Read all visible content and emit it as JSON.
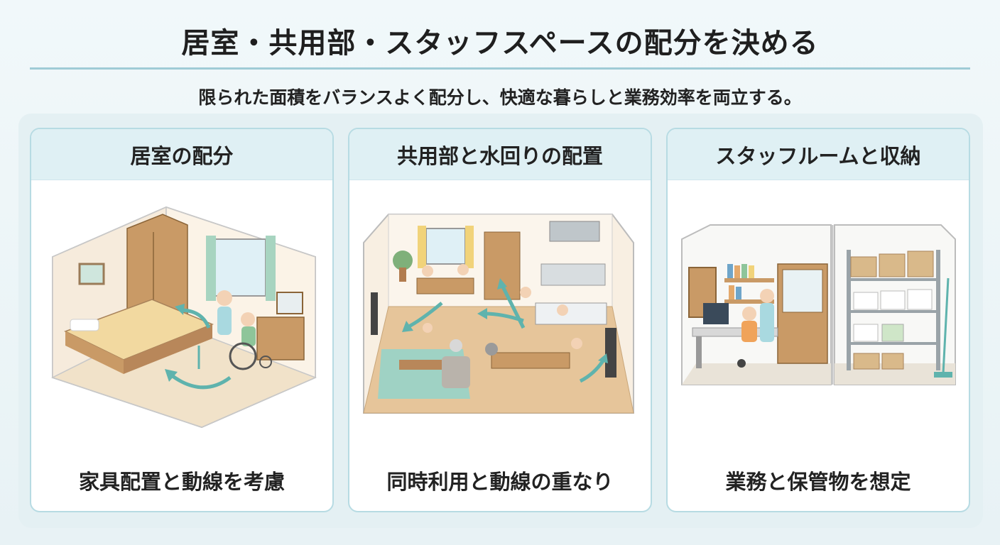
{
  "title": "居室・共用部・スタッフスペースの配分を決める",
  "subtitle": "限られた面積をバランスよく配分し、快適な暮らしと業務効率を両立する。",
  "cards": [
    {
      "heading": "居室の配分",
      "caption": "家具配置と動線を考慮",
      "icon": "bedroom-illustration"
    },
    {
      "heading": "共用部と水回りの配置",
      "caption": "同時利用と動線の重なり",
      "icon": "common-area-illustration"
    },
    {
      "heading": "スタッフルームと収納",
      "caption": "業務と保管物を想定",
      "icon": "staff-room-illustration"
    }
  ],
  "colors": {
    "accent": "#9fcbd6",
    "header_bg": "#dff0f4",
    "arrow": "#5fb3ad",
    "wood": "#c99a66"
  }
}
